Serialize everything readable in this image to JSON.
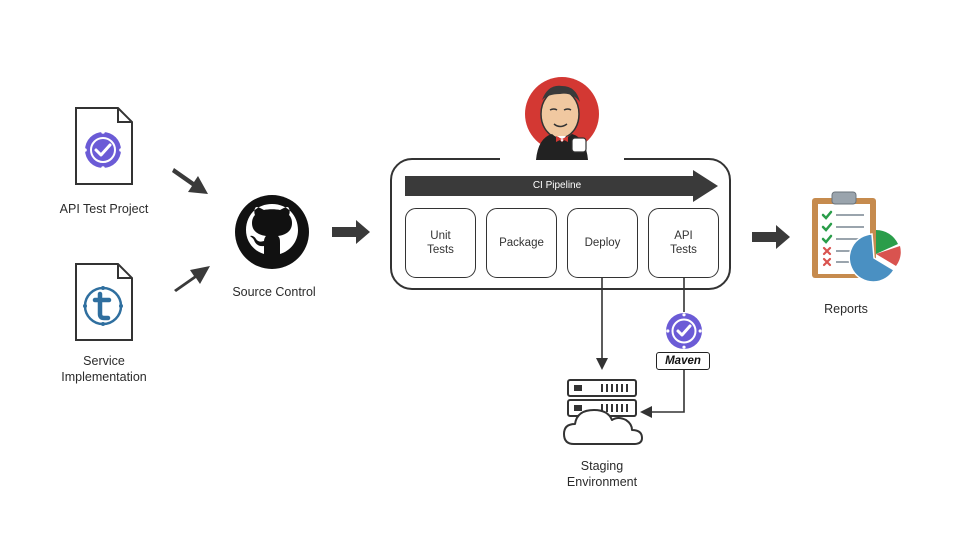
{
  "inputs": {
    "api_test_project": "API Test Project",
    "service_implementation": "Service\nImplementation"
  },
  "source_control": {
    "label": "Source Control"
  },
  "pipeline": {
    "title": "CI Pipeline",
    "stages": [
      {
        "label": "Unit\nTests"
      },
      {
        "label": "Package"
      },
      {
        "label": "Deploy"
      },
      {
        "label": "API\nTests"
      }
    ]
  },
  "maven": {
    "label": "Maven"
  },
  "staging": {
    "label": "Staging\nEnvironment"
  },
  "reports": {
    "label": "Reports"
  },
  "colors": {
    "accent_purple": "#6b5bd6",
    "teal_blue": "#2f6f9f",
    "dark": "#3a3a3a",
    "jenkins_red": "#d33833",
    "chart_green": "#2a9d4a",
    "chart_blue": "#4a90c2",
    "chart_red": "#d9534f"
  },
  "icons": {
    "api_test_project": "document-check-icon",
    "service_implementation": "document-t-icon",
    "source_control": "github-octocat-icon",
    "ci_server": "jenkins-butler-icon",
    "maven_badge": "check-badge-icon",
    "staging": "server-cloud-icon",
    "reports": "clipboard-pie-chart-icon"
  }
}
